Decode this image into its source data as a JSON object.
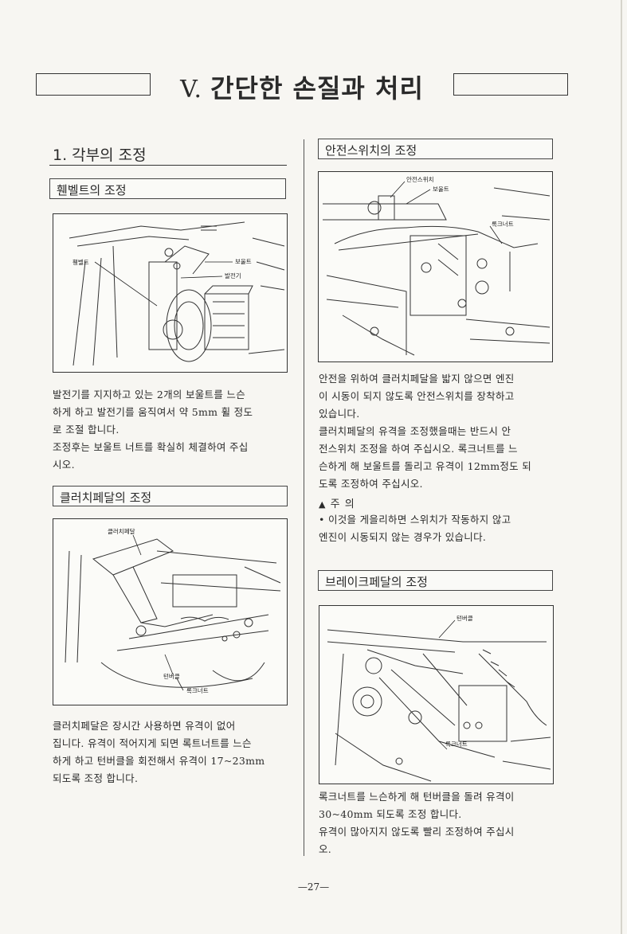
{
  "chapter": {
    "number": "V.",
    "title": "간단한 손질과 처리"
  },
  "section": {
    "heading": "1. 각부의 조정"
  },
  "fan_belt": {
    "heading": "휀벨트의 조정",
    "figure_labels": {
      "belt": "휀벨트",
      "bolt": "보울트",
      "generator": "발전기"
    },
    "text": [
      "발전기를 지지하고 있는 2개의 보울트를 느슨",
      "하게 하고 발전기를 움직여서 약 5mm 휠 정도",
      "로 조절 합니다.",
      "조정후는 보울트 너트를 확실히 체결하여 주십",
      "시오."
    ]
  },
  "clutch_pedal": {
    "heading": "클러치페달의 조정",
    "figure_labels": {
      "pedal": "클러치페달",
      "turnbuckle": "턴버클",
      "locknut": "록크너트"
    },
    "text": [
      "클러치페달은 장시간 사용하면 유격이 없어",
      "집니다. 유격이 적어지게 되면 록트너트를 느슨",
      "하게 하고 턴버클을 회전해서 유격이 17~23mm",
      "되도록 조정 합니다."
    ]
  },
  "safety_switch": {
    "heading": "안전스위치의 조정",
    "figure_labels": {
      "switch": "안전스위치",
      "bolt": "보울트",
      "locknut": "록크너트"
    },
    "text": [
      "안전을 위하여 클러치페달을 밟지 않으면 엔진",
      "이 시동이 되지 않도록 안전스위치를 장착하고",
      "있습니다.",
      "클러치페달의 유격을 조정했을때는 반드시 안",
      "전스위치 조정을 하여 주십시오. 록크너트를 느",
      "슨하게 해 보울트를 돌리고 유격이 12mm정도 되",
      "도록 조정하여 주십시오."
    ],
    "caution_title": "주   의",
    "caution_text": [
      "• 이것을 게을리하면 스위치가 작동하지 않고",
      "엔진이 시동되지 않는 경우가 있습니다."
    ]
  },
  "brake_pedal": {
    "heading": "브레이크페달의 조정",
    "figure_labels": {
      "turnbuckle": "턴버클",
      "locknut": "록크너트"
    },
    "text": [
      "록크너트를 느슨하게 해 턴버클을 돌려 유격이",
      "30~40mm 되도록 조정 합니다.",
      "유격이 많아지지 않도록 빨리 조정하여 주십시",
      "오."
    ]
  },
  "page_number": "—27—"
}
